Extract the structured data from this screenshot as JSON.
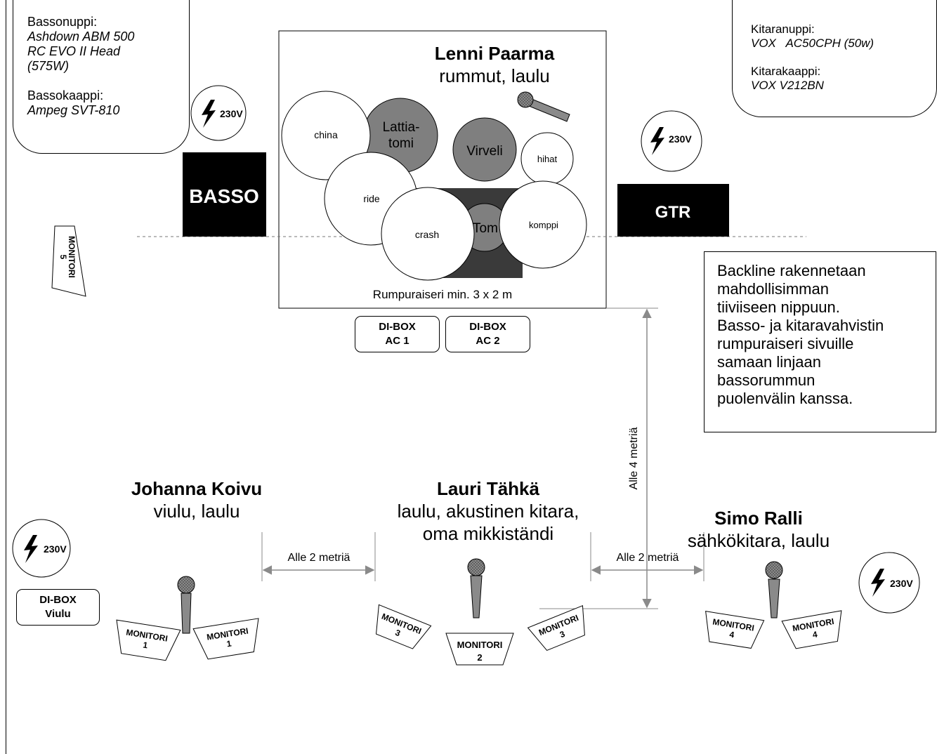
{
  "bass_note": {
    "title": "Bassonuppi:",
    "amp_lines": [
      "Ashdown ABM 500",
      "RC EVO II Head",
      "(575W)"
    ],
    "cab_title": "Bassokaappi:",
    "cab": "Ampeg SVT-810"
  },
  "guitar_note": {
    "title": "Kitaranuppi:",
    "amp": "VOX   AC50CPH (50w)",
    "cab_title": "Kitarakaappi:",
    "cab": "VOX V212BN"
  },
  "backline_note": [
    "Backline rakennetaan",
    "mahdollisimman",
    "tiiviiseen nippuun.",
    "Basso- ja kitaravahvistin",
    "rumpuraiseri sivuille",
    "samaan linjaan",
    "bassorummun",
    "puolenvälin kanssa."
  ],
  "power_label": "230V",
  "amps": {
    "bass": "BASSO",
    "guitar": "GTR"
  },
  "drums": {
    "name": "Lenni Paarma",
    "role": "rummut, laulu",
    "riser": "Rumpuraiseri min. 3 x 2 m",
    "pieces": {
      "china": "china",
      "floor_tom": [
        "Lattia-",
        "tomi"
      ],
      "snare": "Virveli",
      "hihat": "hihat",
      "ride": "ride",
      "crash": "crash",
      "tom": "Tom",
      "kick": "komppi"
    }
  },
  "di_boxes": {
    "ac1": [
      "DI-BOX",
      "AC 1"
    ],
    "ac2": [
      "DI-BOX",
      "AC 2"
    ],
    "viulu": [
      "DI-BOX",
      "Viulu"
    ]
  },
  "musicians": [
    {
      "name": "Johanna Koivu",
      "role_lines": [
        "viulu, laulu"
      ]
    },
    {
      "name": "Lauri Tähkä",
      "role_lines": [
        "laulu, akustinen kitara,",
        "oma mikkiständi"
      ]
    },
    {
      "name": "Simo Ralli",
      "role_lines": [
        "sähkökitara, laulu"
      ]
    }
  ],
  "monitor_label": "MONITORI",
  "monitor_numbers": {
    "m1": "1",
    "m2": "2",
    "m3": "3",
    "m4": "4",
    "m5": "5"
  },
  "dimensions": {
    "vertical": "Alle 4 metriä",
    "gap_left": "Alle 2 metriä",
    "gap_right": "Alle 2 metriä"
  }
}
